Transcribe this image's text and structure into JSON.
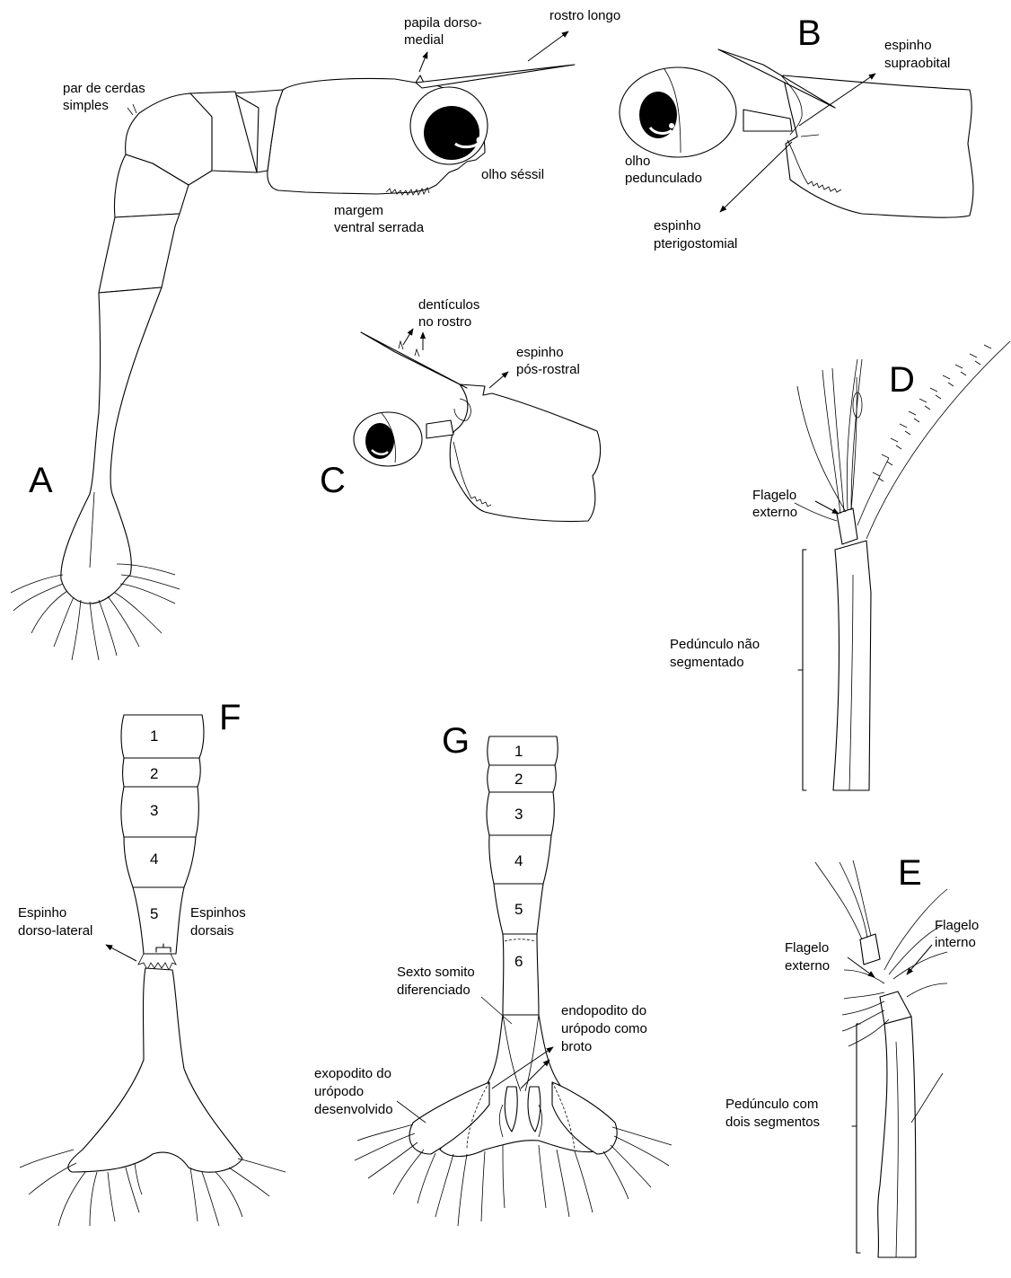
{
  "panels": {
    "A": {
      "letter": "A",
      "labels": {
        "papila": [
          "papila dorso-",
          "medial"
        ],
        "rostro": "rostro longo",
        "cerdas": [
          "par de cerdas",
          "simples"
        ],
        "olho": "olho séssil",
        "margem": [
          "margem",
          "ventral serrada"
        ]
      }
    },
    "B": {
      "letter": "B",
      "labels": {
        "supra": [
          "espinho",
          "supraobital"
        ],
        "olho": [
          "olho",
          "pedunculado"
        ],
        "pterig": [
          "espinho",
          "pterigostomial"
        ]
      }
    },
    "C": {
      "letter": "C",
      "labels": {
        "dent": [
          "dentículos",
          "no rostro"
        ],
        "pos": [
          "espinho",
          "pós-rostral"
        ]
      }
    },
    "D": {
      "letter": "D",
      "labels": {
        "flagelo": [
          "Flagelo",
          "externo"
        ],
        "pedunculo": [
          "Pedúnculo não",
          "segmentado"
        ]
      }
    },
    "E": {
      "letter": "E",
      "labels": {
        "flag_ext": [
          "Flagelo",
          "externo"
        ],
        "flag_int": [
          "Flagelo",
          "interno"
        ],
        "pedunculo": [
          "Pedúnculo com",
          "dois segmentos"
        ]
      }
    },
    "F": {
      "letter": "F",
      "somites": [
        "1",
        "2",
        "3",
        "4",
        "5"
      ],
      "labels": {
        "dorsolat": [
          "Espinho",
          "dorso-lateral"
        ],
        "dorsais": [
          "Espinhos",
          "dorsais"
        ]
      }
    },
    "G": {
      "letter": "G",
      "somites": [
        "1",
        "2",
        "3",
        "4",
        "5",
        "6"
      ],
      "labels": {
        "sexto": [
          "Sexto somito",
          "diferenciado"
        ],
        "endo": [
          "endopodito do",
          "urópodo como",
          "broto"
        ],
        "exo": [
          "exopodito do",
          "urópodo",
          "desenvolvido"
        ]
      }
    }
  }
}
